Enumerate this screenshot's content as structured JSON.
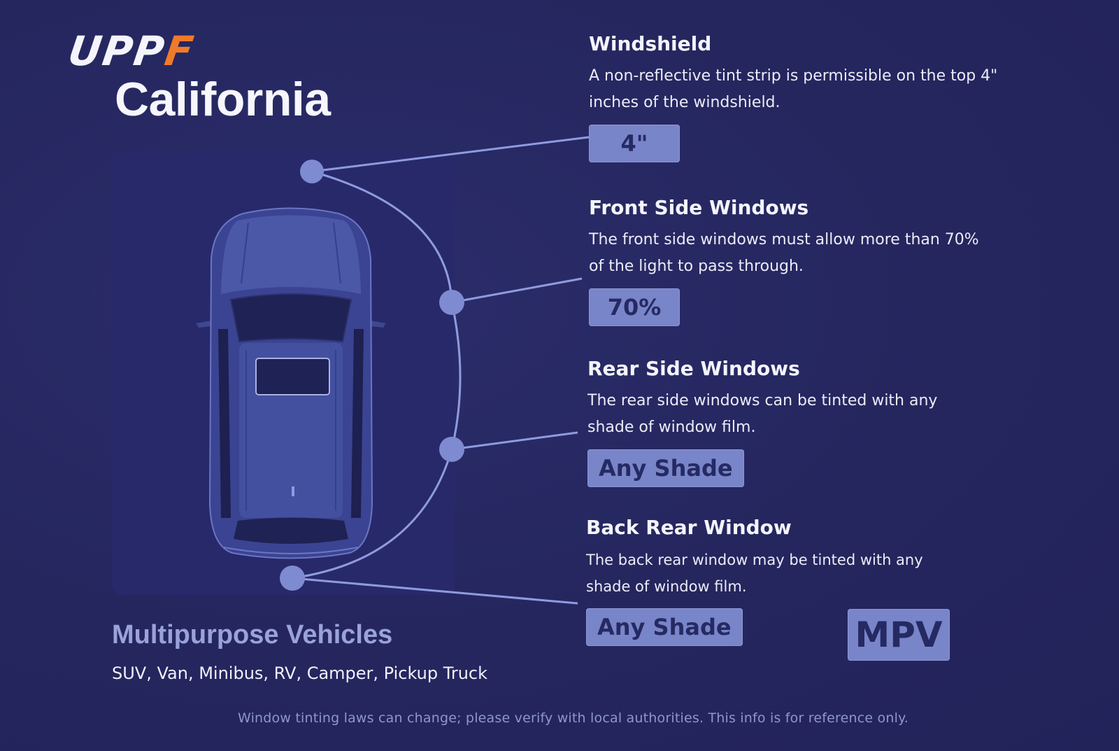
{
  "brand": {
    "logo_main": "UPP",
    "logo_accent": "F",
    "accent_color": "#ef7a2a"
  },
  "state": "California",
  "vehicle": {
    "class_title": "Multipurpose Vehicles",
    "types": "SUV, Van, Minibus, RV, Camper, Pickup Truck",
    "badge": "MPV",
    "illustration": "suv-top-view"
  },
  "sections": [
    {
      "title": "Windshield",
      "description": "A non-reflective tint strip is permissible on the top 4\" inches of the windshield.",
      "badge": "4\""
    },
    {
      "title": "Front Side Windows",
      "description": "The front side windows must allow more than 70% of the light to pass through.",
      "badge": "70%"
    },
    {
      "title": "Rear Side Windows",
      "description": "The rear side windows can be tinted with any shade of window film.",
      "badge": "Any Shade"
    },
    {
      "title": "Back Rear Window",
      "description": "The back rear window may be tinted with any shade of window film.",
      "badge": "Any Shade"
    }
  ],
  "disclaimer": "Window tinting laws can change; please verify with local authorities. This info is for reference only.",
  "colors": {
    "background": "#25265e",
    "badge_fill": "#7985c9",
    "badge_text": "#262a63",
    "connector": "#8f9be0",
    "subtitle": "#9aa2dc"
  }
}
